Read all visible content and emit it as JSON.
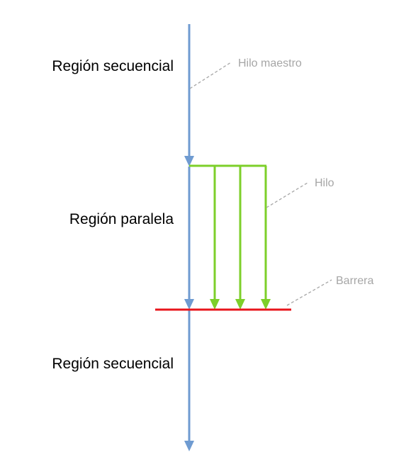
{
  "regions": {
    "sequential_top": "Región secuencial",
    "parallel": "Región paralela",
    "sequential_bottom": "Región secuencial"
  },
  "callouts": {
    "master_thread": "Hilo maestro",
    "thread": "Hilo",
    "barrier": "Barrera"
  },
  "colors": {
    "master_thread": "#6f9bd1",
    "thread": "#7dcf2a",
    "barrier": "#e8151b",
    "callout": "#a6a6a6"
  }
}
